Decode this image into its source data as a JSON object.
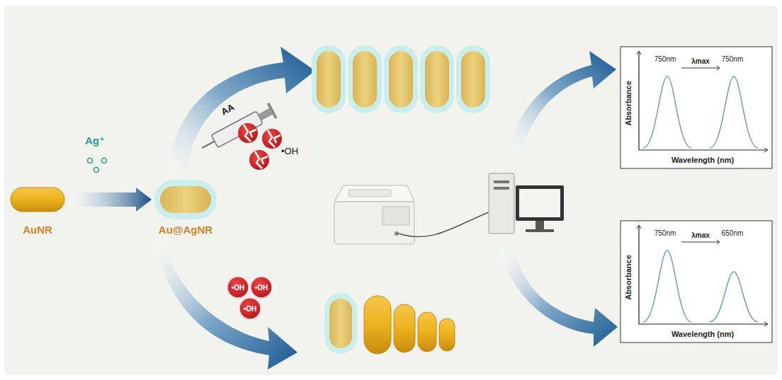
{
  "diagram": {
    "nodes": [
      {
        "text": [
          "AuNR"
        ]
      },
      {
        "text": [
          "Au@AgNR"
        ]
      },
      {
        "text": [
          "750nm",
          "λmax",
          "750nm",
          "Absorbance",
          "Wavelength (nm)"
        ]
      },
      {
        "text": [
          "750nm",
          "λmax",
          "650nm",
          "Absorbance",
          "Wavelength (nm)"
        ]
      },
      {
        "text": [
          "•OH"
        ]
      },
      {
        "text": [
          "•OH"
        ]
      },
      {
        "text": [
          "•OH"
        ]
      }
    ],
    "edges": [
      {
        "from": 0,
        "to": 1,
        "arrow": "to"
      }
    ],
    "labels": [
      "Ag⁺",
      "AA",
      "•OH"
    ]
  }
}
